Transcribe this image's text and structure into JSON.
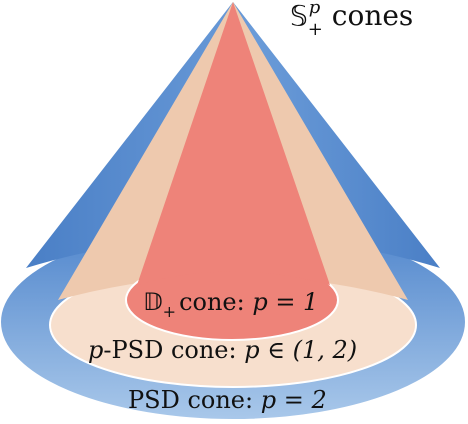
{
  "title": {
    "symbol": "𝕊",
    "superscript": "p",
    "subscript": "+",
    "word": "cones"
  },
  "cones": {
    "diagonal": {
      "symbol": "𝔻",
      "subscript": "+",
      "label": "cone: ",
      "equation": "p = 1"
    },
    "ppsd": {
      "label": "-PSD cone: ",
      "prefix": "p",
      "equation": "p ∈ (1, 2)"
    },
    "psd": {
      "label": "PSD cone: ",
      "equation": "p = 2"
    }
  },
  "colors": {
    "outer_cone": "#5b8fd2",
    "outer_base_top": "#4f85cc",
    "outer_base_bottom": "#a9c8ea",
    "middle_cone": "#eec9ae",
    "middle_base": "#f7dfcd",
    "inner_cone": "#ee8379",
    "inner_base": "#ee8379",
    "base_outline": "#ffffff"
  }
}
